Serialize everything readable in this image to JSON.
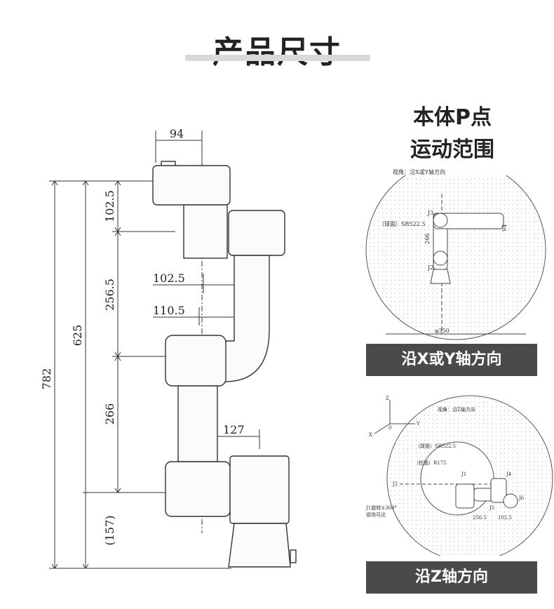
{
  "page_title": "产品尺寸",
  "range_title": {
    "line1": "本体P点",
    "line2": "运动范围"
  },
  "main_drawing": {
    "dim_top_width": "94",
    "dim_102_5_vertical": "102.5",
    "dim_256_5_vertical": "256.5",
    "dim_266_vertical": "266",
    "dim_157_vertical": "(157)",
    "dim_625_vertical": "625",
    "dim_782_vertical": "782",
    "dim_102_5_horizontal": "102.5",
    "dim_110_5_horizontal": "110.5",
    "dim_127_horizontal": "127"
  },
  "xy_view": {
    "view_label": "视角：沿X或Y轴方向",
    "sphere_label": "（球面）SR522.5",
    "j3": "J3",
    "j2": "J2",
    "dim_94": "94",
    "dim_266": "266",
    "dim_diameter": "φ350",
    "caption": "沿X或Y轴方向"
  },
  "z_view": {
    "view_label": "视角：沿Z轴方向",
    "axis_z": "Z",
    "axis_y": "Y",
    "axis_x": "X",
    "axis_o": "0",
    "sphere_label": "（球面）SR522.5",
    "cyl_label": "（柱面）R175",
    "j1": "J1",
    "j4": "J4",
    "j5": "J5",
    "j6": "J6",
    "j2": "J2",
    "dim_256_5": "256.5",
    "dim_102_5": "102.5",
    "j1_note_1": "J1旋转±360°",
    "j1_note_2": "视场可达",
    "caption": "沿Z轴方向"
  }
}
